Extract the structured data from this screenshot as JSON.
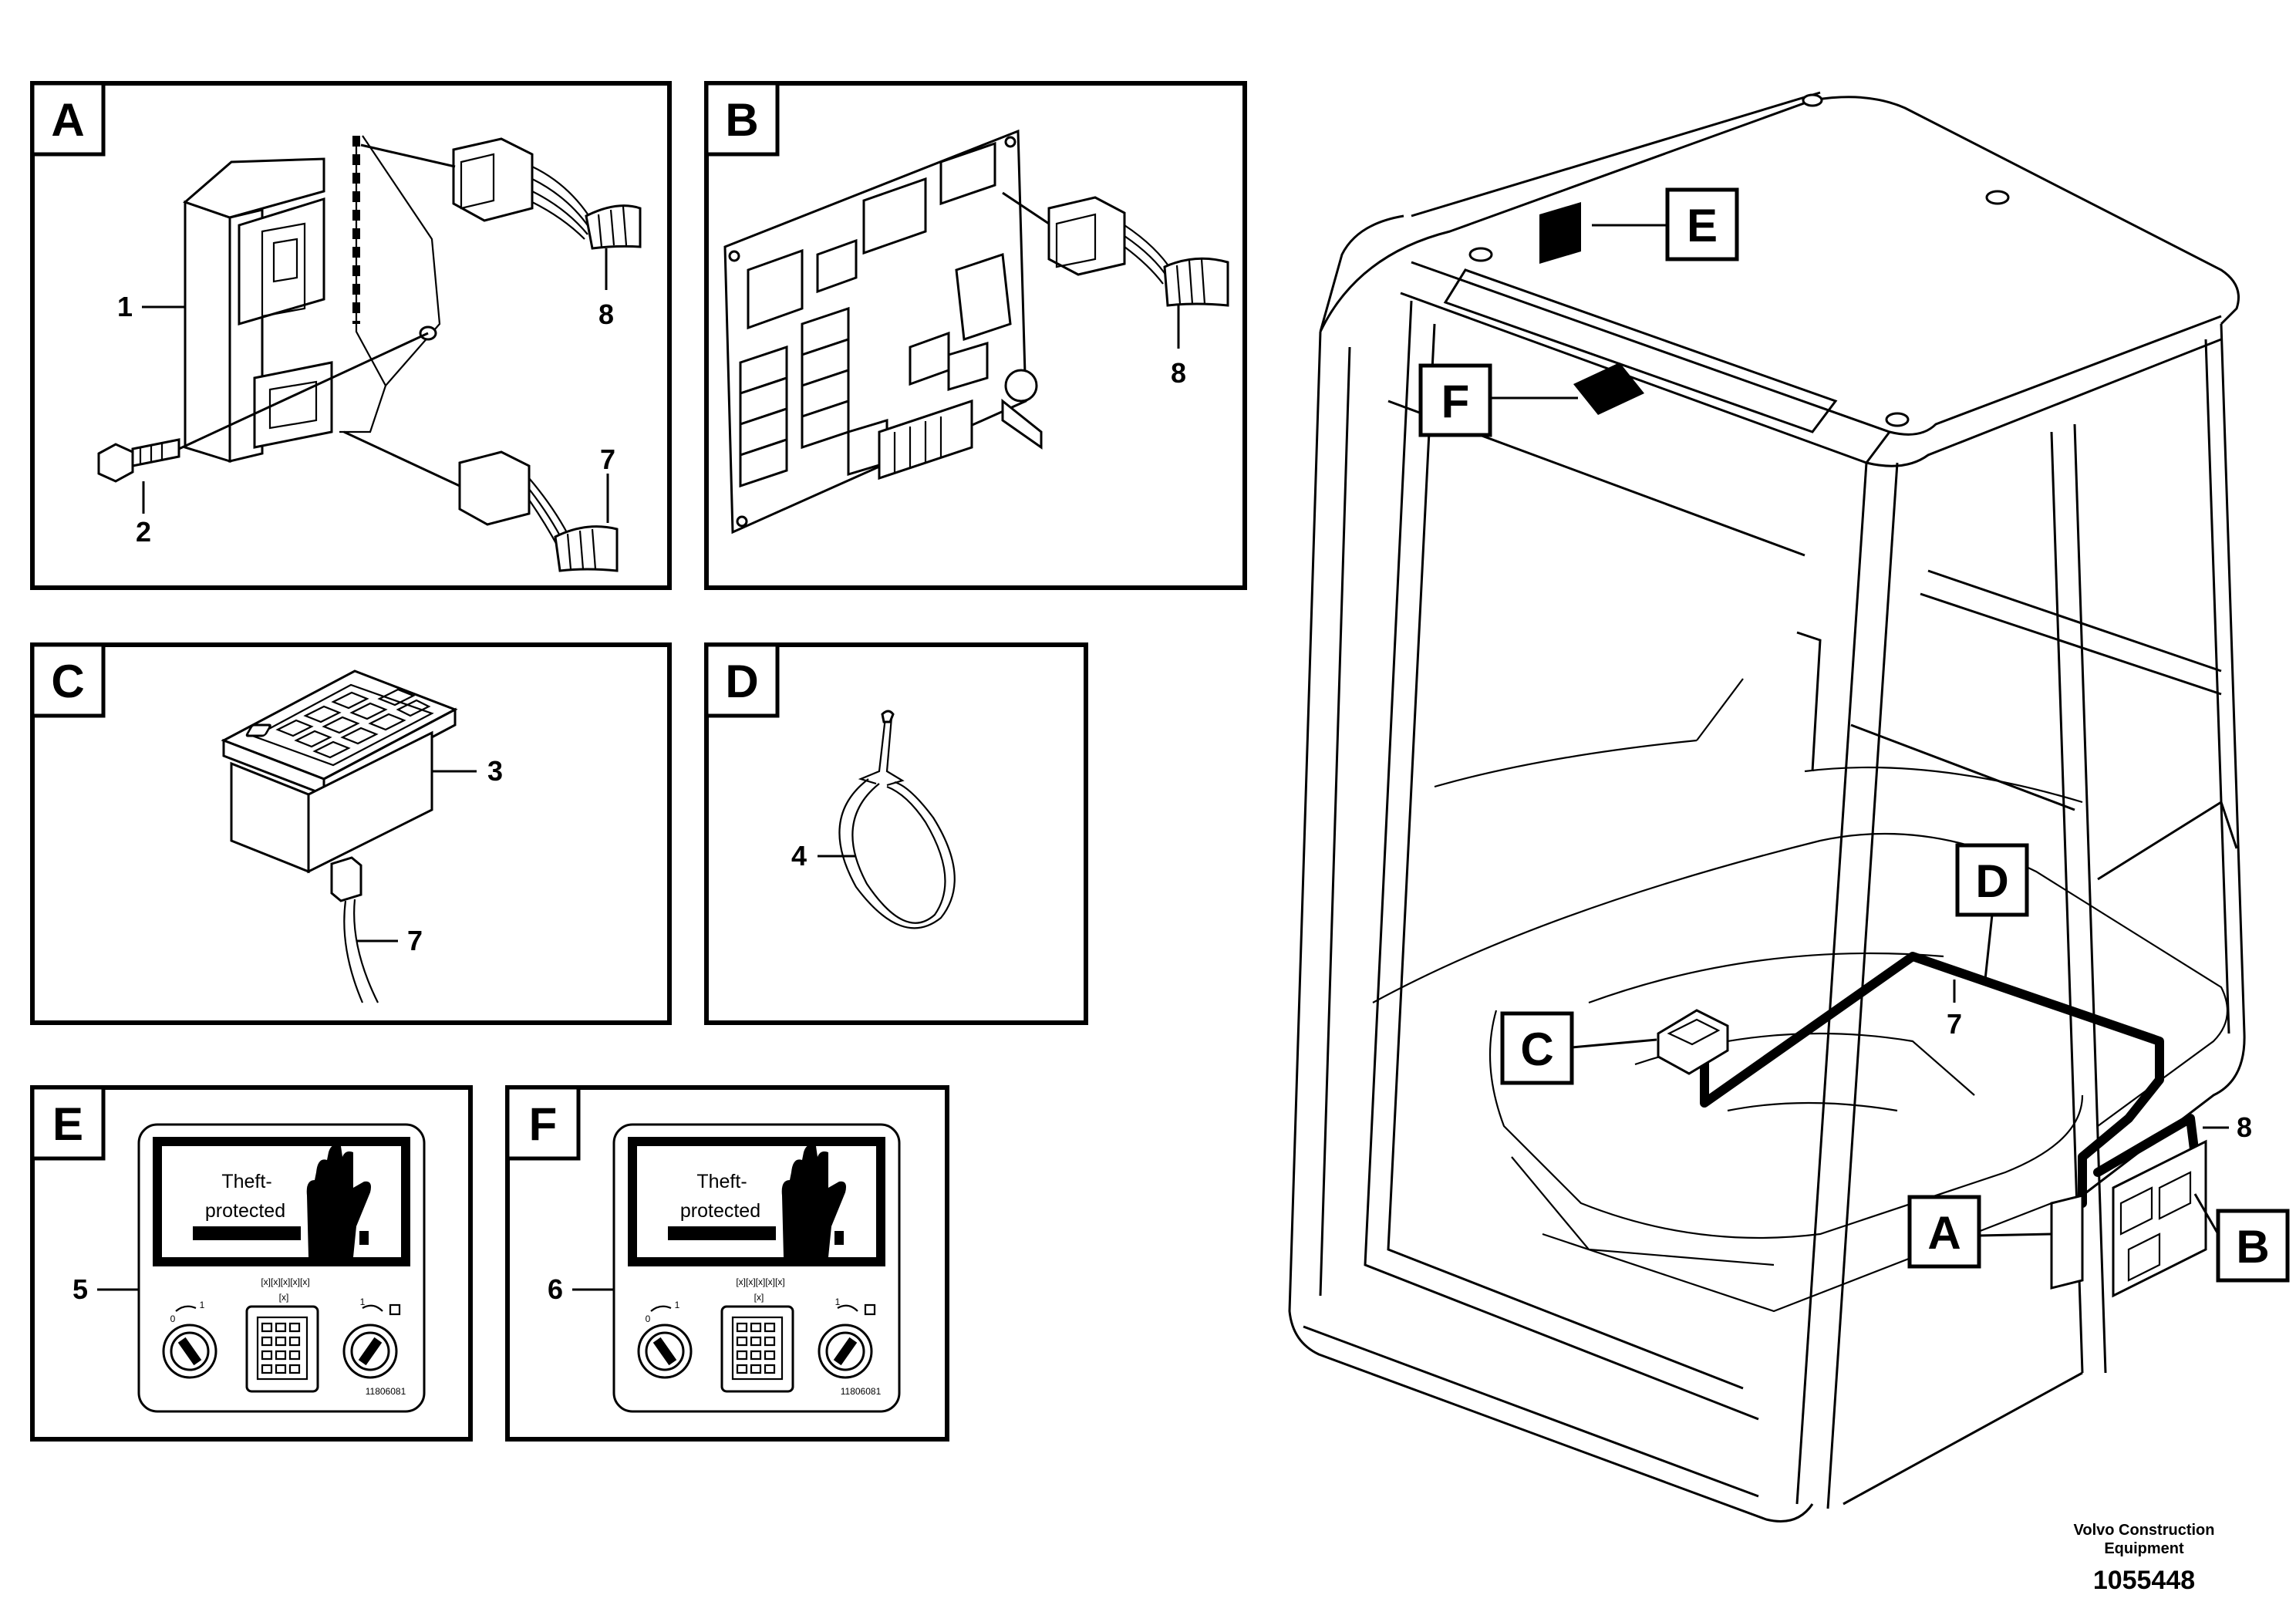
{
  "panels": {
    "a": {
      "tag": "A"
    },
    "b": {
      "tag": "B"
    },
    "c": {
      "tag": "C"
    },
    "d": {
      "tag": "D"
    },
    "e": {
      "tag": "E"
    },
    "f": {
      "tag": "F"
    }
  },
  "part_numbers": {
    "a_1": "1",
    "a_2": "2",
    "a_7": "7",
    "a_8": "8",
    "b_8": "8",
    "c_3": "3",
    "c_7": "7",
    "d_4": "4",
    "e_5": "5",
    "f_6": "6",
    "cab_7": "7",
    "cab_8": "8"
  },
  "decal": {
    "line1": "Theft-",
    "line2": "protected",
    "code": "11806081",
    "key_off": "0",
    "key_on": "1"
  },
  "cab_callouts": {
    "a": "A",
    "b": "B",
    "c": "C",
    "d": "D",
    "e": "E",
    "f": "F"
  },
  "footer": {
    "brand_line1": "Volvo Construction",
    "brand_line2": "Equipment",
    "drawing_number": "1055448"
  }
}
